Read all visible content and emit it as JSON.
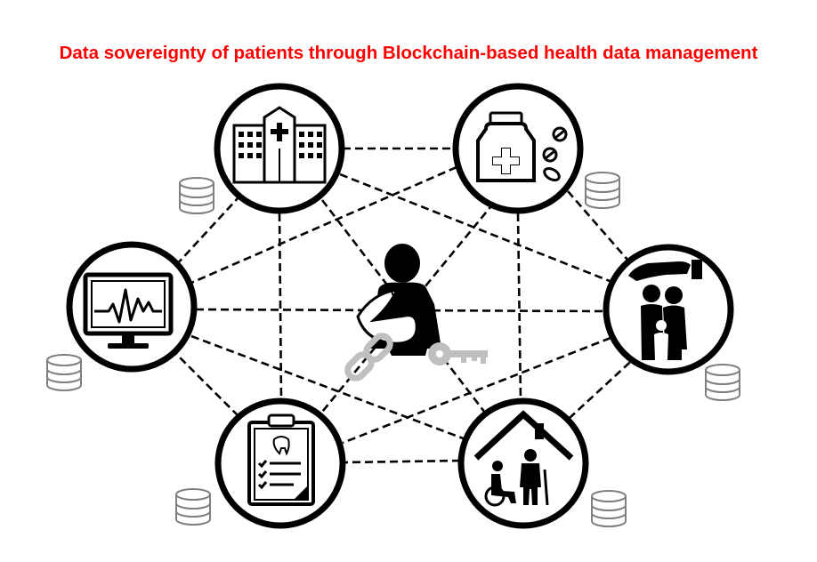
{
  "title": "Data sovereignty of patients through Blockchain-based health data management",
  "colors": {
    "title": "#ff0000",
    "stroke": "#000000",
    "database": "#7f7f7f",
    "chain_key": "#bfbfbf"
  },
  "nodes": [
    {
      "id": "hospital",
      "icon": "hospital-building-icon"
    },
    {
      "id": "pharmacy",
      "icon": "medicine-bottle-pills-icon"
    },
    {
      "id": "insurance",
      "icon": "hand-protecting-family-icon"
    },
    {
      "id": "care-home",
      "icon": "house-with-elderly-people-icon"
    },
    {
      "id": "dental-record",
      "icon": "clipboard-tooth-checklist-icon"
    },
    {
      "id": "monitoring",
      "icon": "ecg-monitor-icon"
    }
  ],
  "center": {
    "icon": "patient-with-arm-sling-icon",
    "chain_icon": "chain-link-icon",
    "key_icon": "key-icon"
  },
  "database_icon": "database-stack-icon"
}
